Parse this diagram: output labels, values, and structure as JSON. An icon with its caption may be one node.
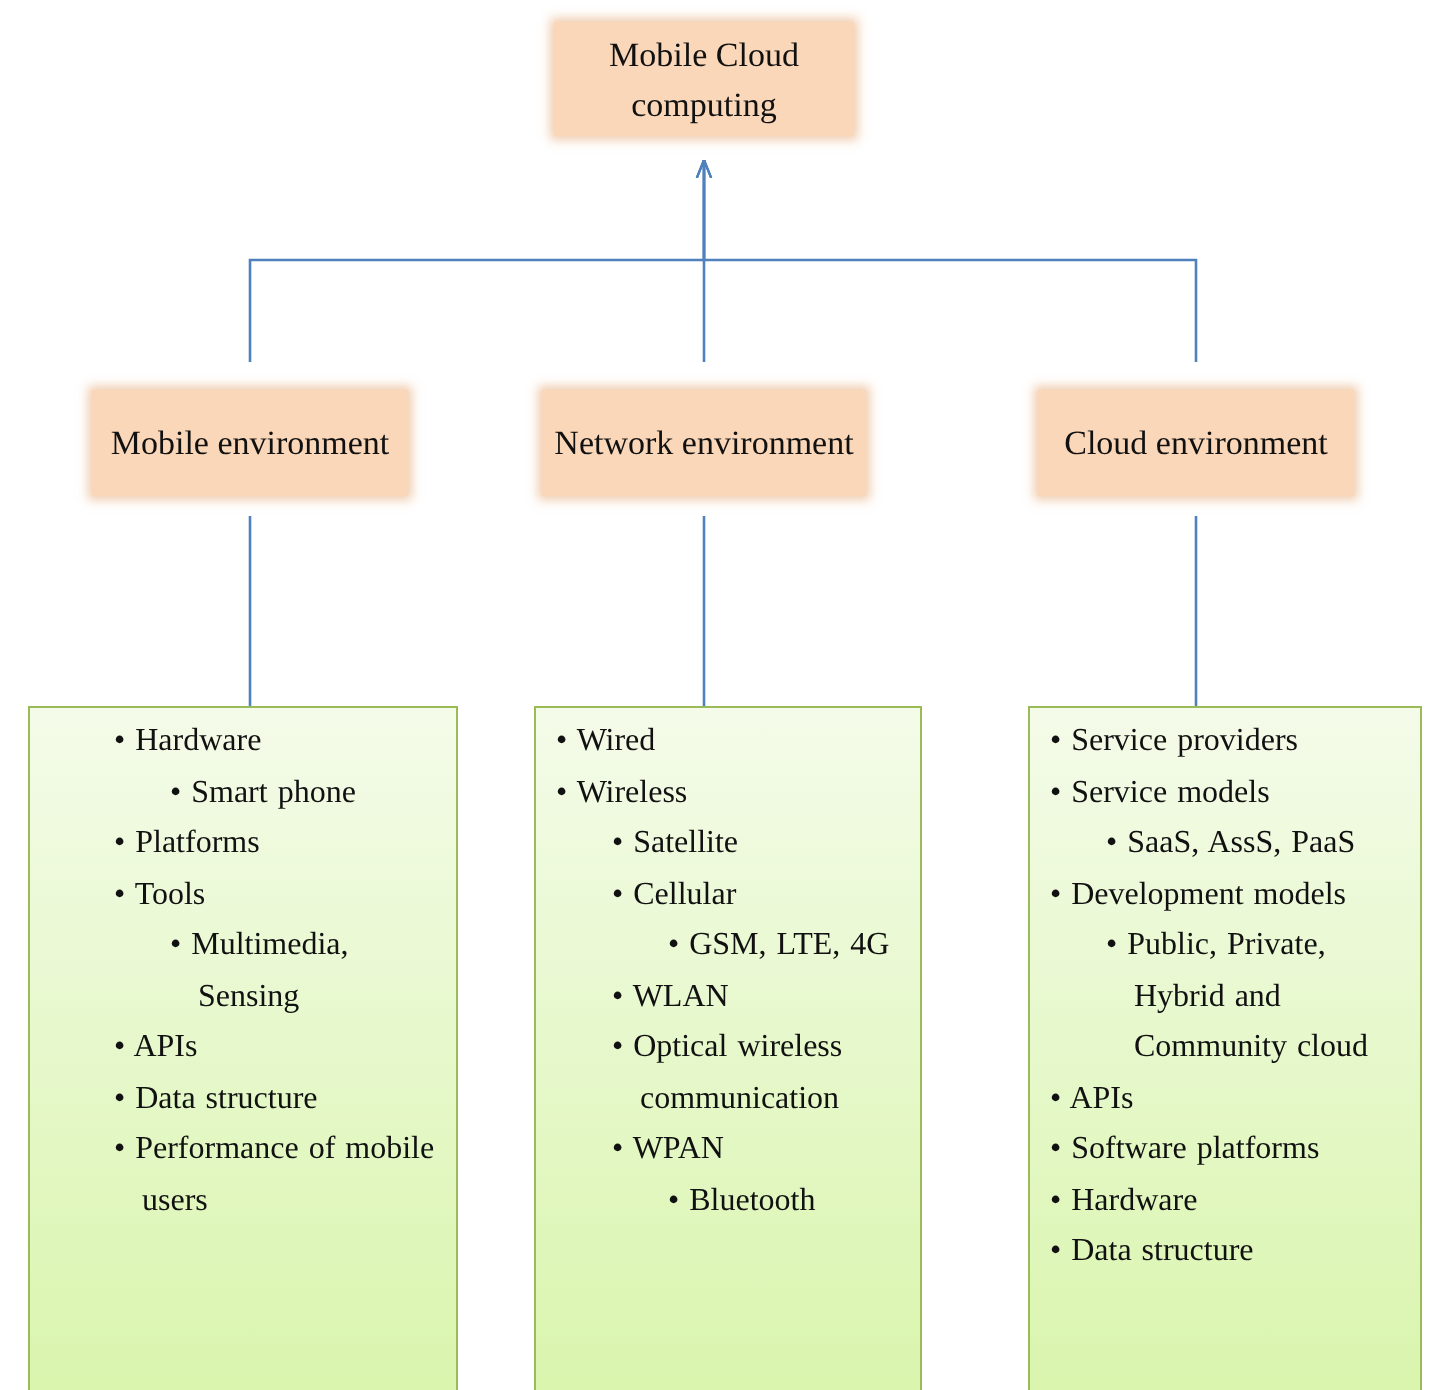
{
  "diagram": {
    "nodes": [
      {
        "text": [
          "Mobile Cloud computing"
        ]
      },
      {
        "text": [
          "Mobile environment"
        ]
      },
      {
        "text": [
          "Network environment"
        ]
      },
      {
        "text": [
          "Cloud environment"
        ]
      },
      {
        "text": [
          "• Hardware",
          "• Smart phone",
          "• Platforms",
          "• Tools",
          "• Multimedia, Sensing",
          "• APIs",
          "• Data structure",
          "• Performance of mobile users"
        ]
      },
      {
        "text": [
          "• Wired",
          "• Wireless",
          "• Satellite",
          "• Cellular",
          "• GSM, LTE, 4G",
          "• WLAN",
          "• Optical wireless communication",
          "• WPAN",
          "• Bluetooth"
        ]
      },
      {
        "text": [
          "• Service providers",
          "• Service models",
          "• SaaS, AssS, PaaS",
          "• Development models",
          "• Public, Private, Hybrid and Community cloud",
          "• APIs",
          "• Software platforms",
          "• Hardware",
          "• Data structure"
        ]
      }
    ],
    "edges": [
      {
        "from": 1,
        "to": 0,
        "arrow": "to"
      },
      {
        "from": 2,
        "to": 0,
        "arrow": "to"
      },
      {
        "from": 3,
        "to": 0,
        "arrow": "to"
      },
      {
        "from": 1,
        "to": 4,
        "arrow": "none"
      },
      {
        "from": 2,
        "to": 5,
        "arrow": "none"
      },
      {
        "from": 3,
        "to": 6,
        "arrow": "none"
      }
    ]
  }
}
